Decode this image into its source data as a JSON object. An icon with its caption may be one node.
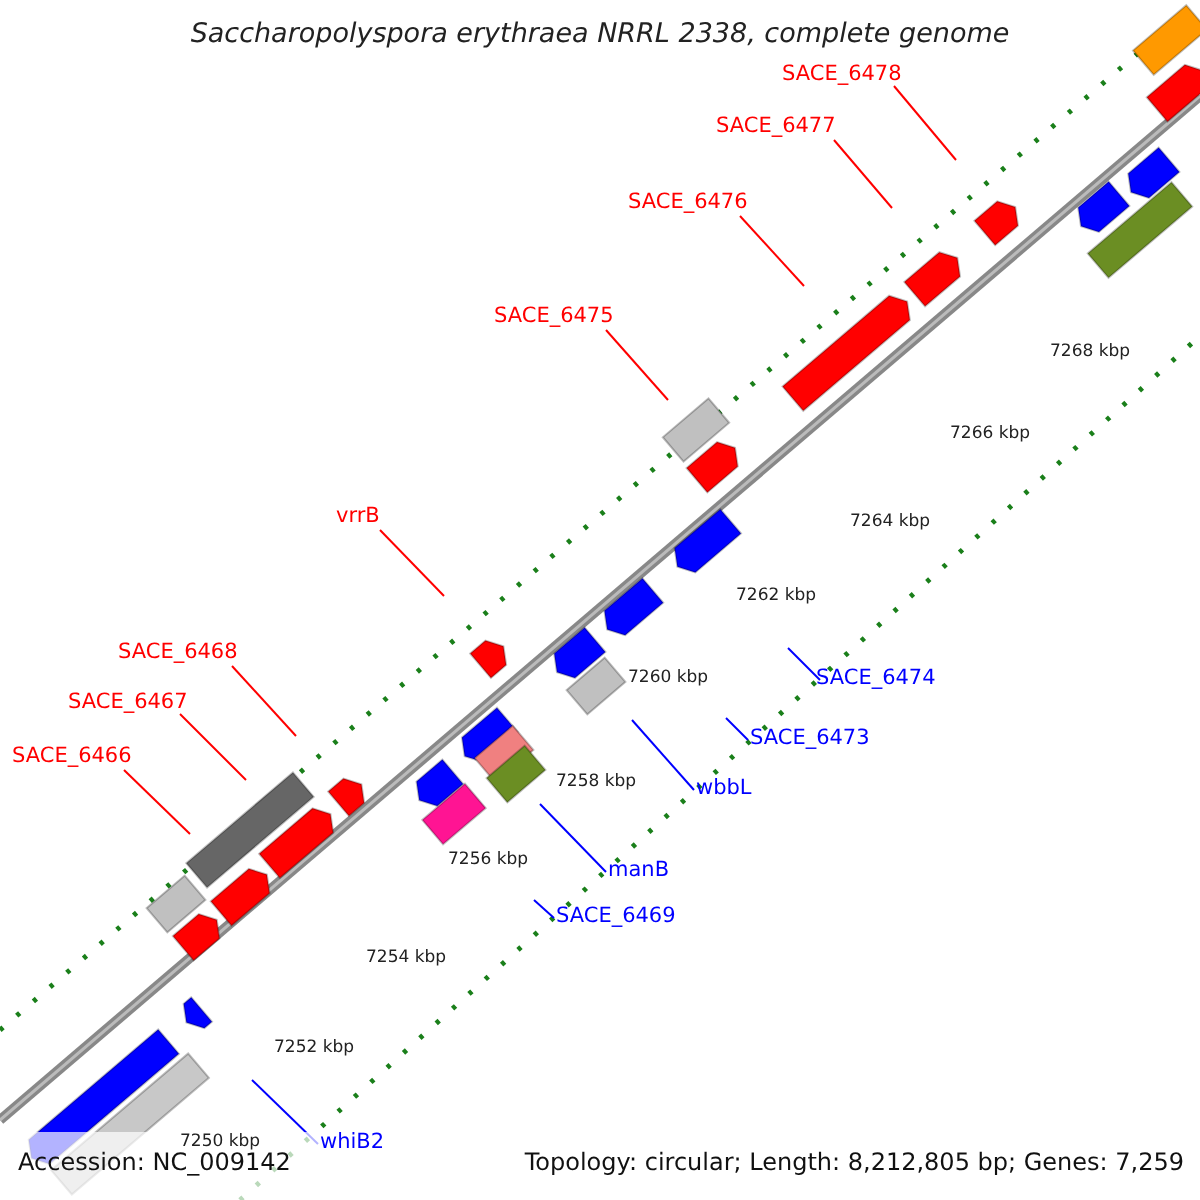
{
  "diagram": {
    "title": "Saccharopolyspora erythraea NRRL 2338, complete genome",
    "nodes": [
      {
        "text": [
          "SACE_6478"
        ]
      },
      {
        "text": [
          "SACE_6477"
        ]
      },
      {
        "text": [
          "SACE_6476"
        ]
      },
      {
        "text": [
          "SACE_6475"
        ]
      },
      {
        "text": [
          "vrrB"
        ]
      },
      {
        "text": [
          "SACE_6468"
        ]
      },
      {
        "text": [
          "SACE_6474"
        ]
      },
      {
        "text": [
          "SACE_6467"
        ]
      },
      {
        "text": [
          "SACE_6473"
        ]
      },
      {
        "text": [
          "SACE_6466"
        ]
      },
      {
        "text": [
          "wbbL"
        ]
      },
      {
        "text": [
          "manB"
        ]
      },
      {
        "text": [
          "SACE_6469"
        ]
      },
      {
        "text": [
          "whiB2"
        ]
      }
    ],
    "edges": [
      {
        "from": 0,
        "to": null,
        "arrow": "none"
      },
      {
        "from": 1,
        "to": null,
        "arrow": "none"
      },
      {
        "from": 2,
        "to": null,
        "arrow": "none"
      },
      {
        "from": 3,
        "to": null,
        "arrow": "none"
      },
      {
        "from": 4,
        "to": null,
        "arrow": "none"
      },
      {
        "from": 5,
        "to": null,
        "arrow": "none"
      },
      {
        "from": 6,
        "to": null,
        "arrow": "none",
        "color": "#0000ff"
      },
      {
        "from": 7,
        "to": null,
        "arrow": "none"
      },
      {
        "from": 8,
        "to": null,
        "arrow": "none",
        "color": "#0000ff"
      },
      {
        "from": 9,
        "to": null,
        "arrow": "none"
      },
      {
        "from": 10,
        "to": null,
        "arrow": "none",
        "color": "#0000ff"
      },
      {
        "from": 11,
        "to": null,
        "arrow": "none",
        "color": "#0000ff"
      },
      {
        "from": 12,
        "to": null,
        "arrow": "none",
        "color": "#0000ff"
      },
      {
        "from": 13,
        "to": null,
        "arrow": "none",
        "color": "#0000ff"
      }
    ],
    "labels": [
      "7268 kbp",
      "7266 kbp",
      "7264 kbp",
      "7262 kbp",
      "7260 kbp",
      "7258 kbp",
      "7256 kbp",
      "7254 kbp",
      "7252 kbp",
      "7250 kbp",
      "Accession: NC_009142",
      "Topology: circular; Length: 8,212,805 bp; Genes: 7,259"
    ]
  }
}
